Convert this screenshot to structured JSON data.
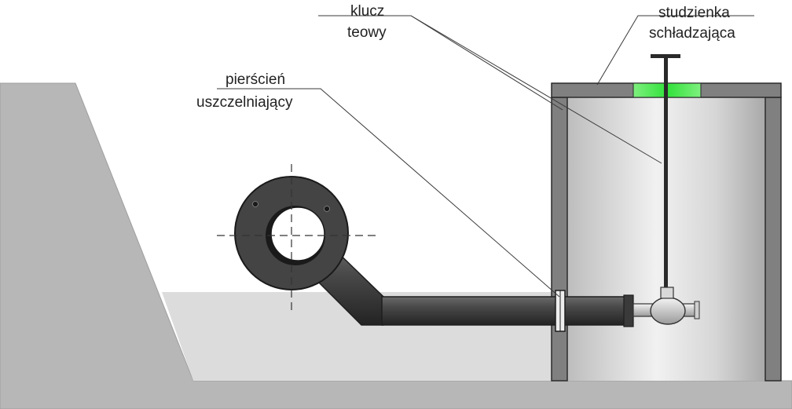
{
  "labels": {
    "sealing_ring_line1": "pierścień",
    "sealing_ring_line2": "uszczelniający",
    "tee_key_line1": "klucz",
    "tee_key_line2": "teowy",
    "well_line1": "studzienka",
    "well_line2": "schładzająca"
  },
  "colors": {
    "ground": "#b7b7b7",
    "trench_fill": "#dcdcdc",
    "well_wall": "#808080",
    "pipe": "#3d3d3d",
    "hatch_indicator": "#31e23a"
  }
}
